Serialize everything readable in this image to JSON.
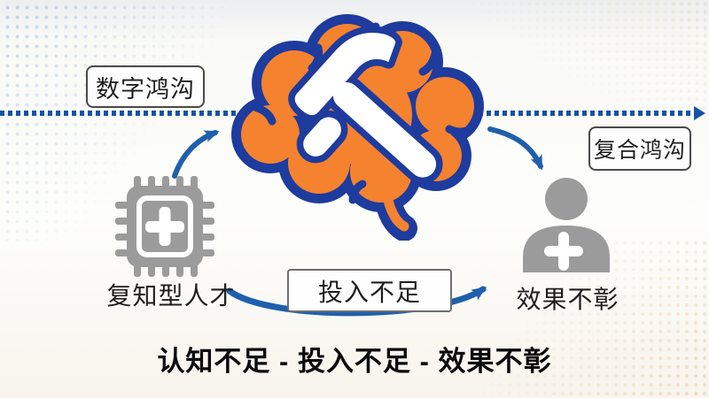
{
  "colors": {
    "brain_fill": "#F5822F",
    "brain_outline": "#1E3B9E",
    "hammer_white": "#FFFFFF",
    "arrow_blue": "#1E5FAD",
    "dotted_blue": "#1652A6",
    "icon_gray": "#9B9B9B",
    "text_dark": "#1E1E1E"
  },
  "diagram": {
    "divider": {
      "style": "dotted-line-with-arrow",
      "icon": "dotted-arrow-line"
    },
    "labels": {
      "digital_divide": "数字鸿沟",
      "compound_divide": "复合鸿沟",
      "investment": "投入不足"
    },
    "nodes": {
      "talent": {
        "label": "复知型人才",
        "icon": "cpu-chip-plus-icon"
      },
      "brain": {
        "icon": "brain-hammer-icon"
      },
      "result": {
        "label": "效果不彰",
        "icon": "user-plus-icon"
      }
    },
    "headline": "认知不足 - 投入不足 - 效果不彰"
  }
}
